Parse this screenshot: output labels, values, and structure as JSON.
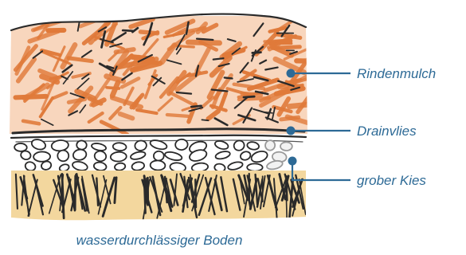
{
  "diagram": {
    "layers": [
      {
        "label": "Rindenmulch"
      },
      {
        "label": "Drainvlies"
      },
      {
        "label": "grober Kies"
      }
    ],
    "caption": "wasserdurchlässiger Boden"
  },
  "colors": {
    "label_text": "#2d6a96",
    "leader_line": "#2d6a96",
    "mulch": "#e07a3a",
    "mulch_wash": "#f6c8a6",
    "ink": "#2a2a2a",
    "soil": "#e8b45a",
    "soil_wash": "#f5d9a3"
  }
}
